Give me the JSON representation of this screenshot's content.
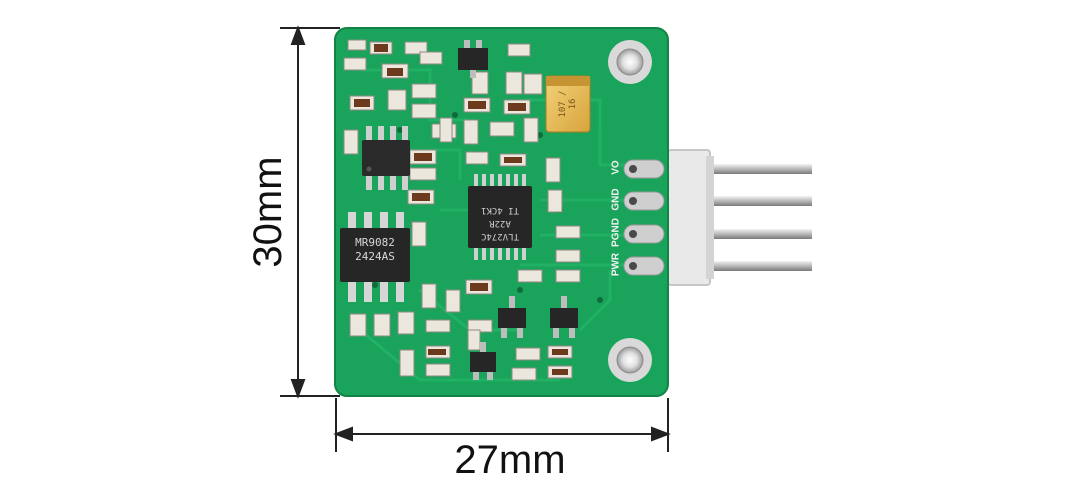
{
  "dimensions": {
    "height_label": "30mm",
    "width_label": "27mm"
  },
  "chips": {
    "left_ic_line1": "MR9082",
    "left_ic_line2": "2424AS",
    "center_ic_line1": "TLV274C",
    "center_ic_line2": "A22R",
    "center_ic_line3": "TI 4CK1",
    "tantalum_label": "107 / 16"
  },
  "connector_pins": [
    "VO",
    "GND",
    "PGND",
    "PWR"
  ],
  "colors": {
    "pcb": "#1aa35a",
    "pcb_dark": "#138447",
    "pin": "#c9c9c9",
    "header": "#e6e6e6",
    "dimension_line": "#222222"
  }
}
